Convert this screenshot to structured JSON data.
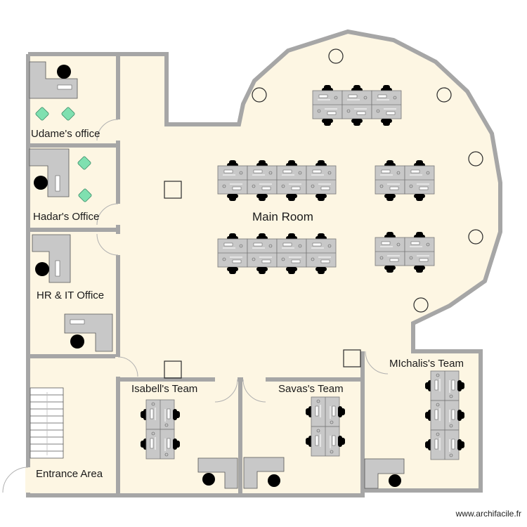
{
  "plan": {
    "colors": {
      "floor": "#fdf6e3",
      "wall": "#a6a6a6",
      "desk": "#c8c8c8",
      "chair": "#000000",
      "armchair": "#7fe0b0",
      "column": "#2a2a2a"
    },
    "rooms": [
      {
        "id": "udame",
        "label": "Udame's office"
      },
      {
        "id": "hadar",
        "label": "Hadar's Office"
      },
      {
        "id": "hrit",
        "label": "HR & IT Office"
      },
      {
        "id": "entrance",
        "label": "Entrance Area"
      },
      {
        "id": "main",
        "label": "Main Room"
      },
      {
        "id": "isabell",
        "label": "Isabell's Team"
      },
      {
        "id": "savas",
        "label": "Savas's Team"
      },
      {
        "id": "michalis",
        "label": "MIchalis's Team"
      }
    ]
  },
  "footer": {
    "credit": "www.archifacile.fr"
  }
}
